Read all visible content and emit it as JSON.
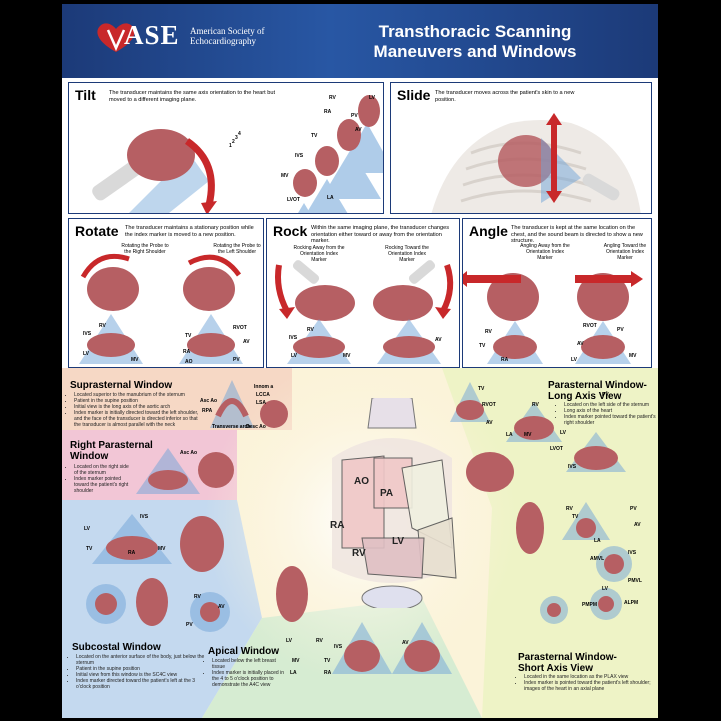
{
  "header": {
    "logo_text": "ASE",
    "logo_sub_line1": "American Society of",
    "logo_sub_line2": "Echocardiography",
    "title_line1": "Transthoracic Scanning",
    "title_line2": "Maneuvers and Windows"
  },
  "maneuvers": {
    "tilt": {
      "title": "Tilt",
      "desc": "The transducer maintains the same axis orientation to the heart but moved to a different imaging plane.",
      "labels": [
        "RV",
        "LV",
        "RA",
        "TV",
        "IVS",
        "AV",
        "LA",
        "PV",
        "LVOT",
        "MV"
      ],
      "numbers": [
        "1",
        "2",
        "3",
        "4"
      ]
    },
    "slide": {
      "title": "Slide",
      "desc": "The transducer moves across the patient's skin to a new position."
    },
    "rotate": {
      "title": "Rotate",
      "desc": "The transducer maintains a stationary position while the index marker is moved to a new position.",
      "caption_left": "Rotating the Probe to the Right Shoulder",
      "caption_right": "Rotating the Probe to the Left Shoulder",
      "labels": [
        "RV",
        "IVS",
        "LV",
        "MV",
        "RA",
        "AV",
        "RVOT",
        "TV",
        "AO",
        "PV"
      ]
    },
    "rock": {
      "title": "Rock",
      "desc": "Within the same imaging plane, the transducer changes orientation either toward or away from the orientation marker.",
      "caption_left": "Rocking Away from the Orientation Index Marker",
      "caption_right": "Rocking Toward the Orientation Index Marker",
      "labels": [
        "RV",
        "IVS",
        "LV",
        "MV",
        "AV"
      ]
    },
    "angle": {
      "title": "Angle",
      "desc": "The transducer is kept at the same location on the chest, and the sound beam is directed to show a new structure.",
      "caption_left": "Angling Away from the Orientation Index Marker",
      "caption_right": "Angling Toward the Orientation Index Marker",
      "labels": [
        "RV",
        "TV",
        "RA",
        "RVOT",
        "PV",
        "AV",
        "LV",
        "MV"
      ]
    }
  },
  "windows": {
    "suprasternal": {
      "title": "Suprasternal Window",
      "bullets": [
        "Located superior to the manubrium of the sternum",
        "Patient in the supine position",
        "Initial view is the long axis of the aortic arch",
        "Index marker is initially directed toward the left shoulder, and the face of the transducer is directed inferior so that the transducer is almost parallel with the neck"
      ],
      "labels": [
        "Innom a",
        "LCCA",
        "LSA",
        "Asc Ao",
        "RPA",
        "Transverse arch",
        "Desc Ao"
      ]
    },
    "right_parasternal": {
      "title_line1": "Right Parasternal",
      "title_line2": "Window",
      "bullets": [
        "Located on the right side of the sternum",
        "Index marker pointed toward the patient's right shoulder"
      ],
      "labels": [
        "Asc Ao"
      ]
    },
    "subcostal": {
      "title": "Subcostal Window",
      "bullets": [
        "Located on the anterior surface of the body, just below the sternum",
        "Patient in the supine position",
        "Initial view from this window is the SC4C view",
        "Index marker directed toward the patient's left at the 3 o'clock position"
      ],
      "labels": [
        "IVS",
        "LV",
        "TV",
        "RA",
        "MV",
        "RV",
        "AV",
        "PV"
      ]
    },
    "apical": {
      "title": "Apical Window",
      "bullets": [
        "Located below the left breast tissue",
        "Index marker is initially placed in the 4 to 5 o'clock position to demonstrate the A4C view"
      ],
      "labels": [
        "LV",
        "RV",
        "IVS",
        "MV",
        "TV",
        "RA",
        "LA",
        "AV"
      ]
    },
    "plax": {
      "title_line1": "Parasternal Window-",
      "title_line2": "Long Axis View",
      "bullets": [
        "Located on the left side of the sternum",
        "Long axis of the heart",
        "Index marker pointed toward the patient's right shoulder"
      ],
      "labels": [
        "RV",
        "RVOT",
        "LV",
        "AV",
        "MV",
        "LA",
        "LVOT",
        "IVS",
        "TV",
        "PV"
      ]
    },
    "psax": {
      "title_line1": "Parasternal Window-",
      "title_line2": "Short Axis View",
      "bullets": [
        "Located in the same location as the PLAX view",
        "Index marker is pointed toward the patient's left shoulder; images of the heart in an axial plane"
      ],
      "labels": [
        "RV",
        "TV",
        "PV",
        "AV",
        "LA",
        "AMVL",
        "IVS",
        "PMVL",
        "ALPM",
        "PMPM",
        "LV"
      ]
    }
  },
  "center_heart": {
    "labels": [
      "AO",
      "PA",
      "RA",
      "LV",
      "RV"
    ]
  },
  "colors": {
    "header": "#1c3a78",
    "accent_red": "#c8282a",
    "beam": "#6fa3d8",
    "tissue": "#b65f63",
    "suprasternal_bg": "#f6d8c5",
    "right_parasternal_bg": "#f2c6d6",
    "subcostal_bg": "#c4d9ef",
    "apical_bg": "#d6ecd2",
    "parasternal_bg": "#eef3c6",
    "center_bg": "#fbf3d9"
  }
}
